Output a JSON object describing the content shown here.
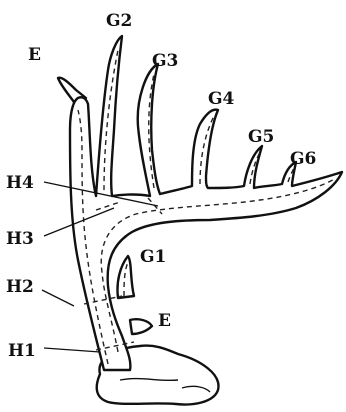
{
  "labels": {
    "e_top": "E",
    "g2": "G2",
    "g3": "G3",
    "g4": "G4",
    "g5": "G5",
    "g6": "G6",
    "h4": "H4",
    "h3": "H3",
    "g1": "G1",
    "h2": "H2",
    "e_bottom": "E",
    "h1": "H1"
  }
}
